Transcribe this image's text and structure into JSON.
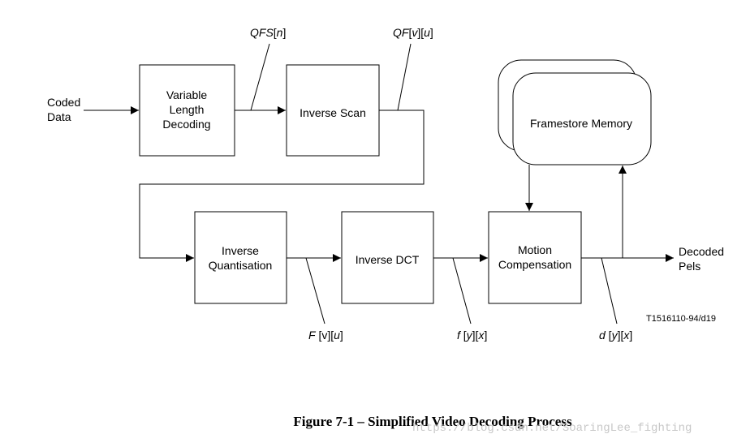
{
  "diagram": {
    "input_label": [
      "Coded",
      "Data"
    ],
    "output_label": [
      "Decoded",
      "Pels"
    ],
    "blocks": {
      "vld": [
        "Variable",
        "Length",
        "Decoding"
      ],
      "inverse_scan": [
        "Inverse Scan"
      ],
      "inverse_quantisation": [
        "Inverse",
        "Quantisation"
      ],
      "inverse_dct": [
        "Inverse DCT"
      ],
      "motion_compensation": [
        "Motion",
        "Compensation"
      ],
      "framestore": [
        "Framestore Memory"
      ]
    },
    "signals": {
      "qfs": [
        {
          "t": "QFS",
          "i": true
        },
        {
          "t": "[",
          "i": false
        },
        {
          "t": "n",
          "i": true
        },
        {
          "t": "]",
          "i": false
        }
      ],
      "qf": [
        {
          "t": "QF",
          "i": true
        },
        {
          "t": "[",
          "i": false
        },
        {
          "t": "v",
          "i": true
        },
        {
          "t": "][",
          "i": false
        },
        {
          "t": "u",
          "i": true
        },
        {
          "t": "]",
          "i": false
        }
      ],
      "F": [
        {
          "t": "F",
          "i": true
        },
        {
          "t": " [",
          "i": false
        },
        {
          "t": "v",
          "i": false
        },
        {
          "t": "][",
          "i": false
        },
        {
          "t": "u",
          "i": true
        },
        {
          "t": "]",
          "i": false
        }
      ],
      "f": [
        {
          "t": "f",
          "i": true
        },
        {
          "t": " [",
          "i": false
        },
        {
          "t": "y",
          "i": true
        },
        {
          "t": "][",
          "i": false
        },
        {
          "t": "x",
          "i": true
        },
        {
          "t": "]",
          "i": false
        }
      ],
      "d": [
        {
          "t": "d",
          "i": true
        },
        {
          "t": " [",
          "i": false
        },
        {
          "t": "y",
          "i": true
        },
        {
          "t": "][",
          "i": false
        },
        {
          "t": "x",
          "i": true
        },
        {
          "t": "]",
          "i": false
        }
      ]
    },
    "figure_id": "T1516110-94/d19"
  },
  "caption": "Figure 7-1 – Simplified Video Decoding Process",
  "watermark": "https://blog.csdn.net/SoaringLee_fighting",
  "colors": {
    "ink": "#000000",
    "background": "#ffffff",
    "watermark": "#c8c8c8"
  }
}
